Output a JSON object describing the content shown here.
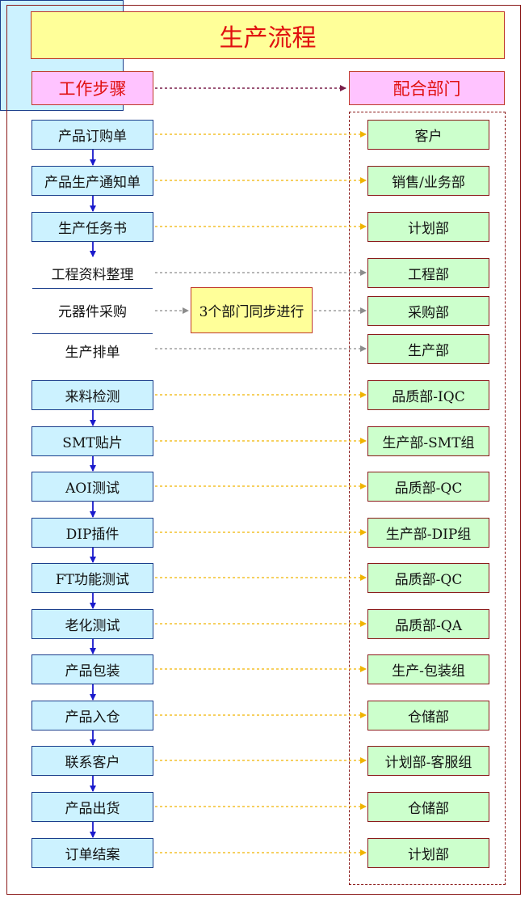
{
  "title": "生产流程",
  "left_header": "工作步骤",
  "right_header": "配合部门",
  "sync_note": "3个部门同步进行",
  "steps": [
    "产品订购单",
    "产品生产通知单",
    "生产任务书",
    "工程资料整理",
    "元器件采购",
    "生产排单",
    "来料检测",
    "SMT贴片",
    "AOI测试",
    "DIP插件",
    "FT功能测试",
    "老化测试",
    "产品包装",
    "产品入仓",
    "联系客户",
    "产品出货",
    "订单结案"
  ],
  "departments": [
    "客户",
    "销售/业务部",
    "计划部",
    "工程部",
    "采购部",
    "生产部",
    "品质部-IQC",
    "生产部-SMT组",
    "品质部-QC",
    "生产部-DIP组",
    "品质部-QC",
    "品质部-QA",
    "生产-包装组",
    "仓储部",
    "计划部-客服组",
    "仓储部",
    "计划部"
  ],
  "colors": {
    "title_bg": "#ffff99",
    "header_bg": "#ffc3ff",
    "step_bg": "#ccf2ff",
    "dept_bg": "#ccffcc",
    "accent_red": "#e01010",
    "flow_arrow": "#1a1acc",
    "relation_arrow": "#f0b400",
    "sync_arrow": "#8c8c8c",
    "header_arrow": "#7a1f4a"
  }
}
